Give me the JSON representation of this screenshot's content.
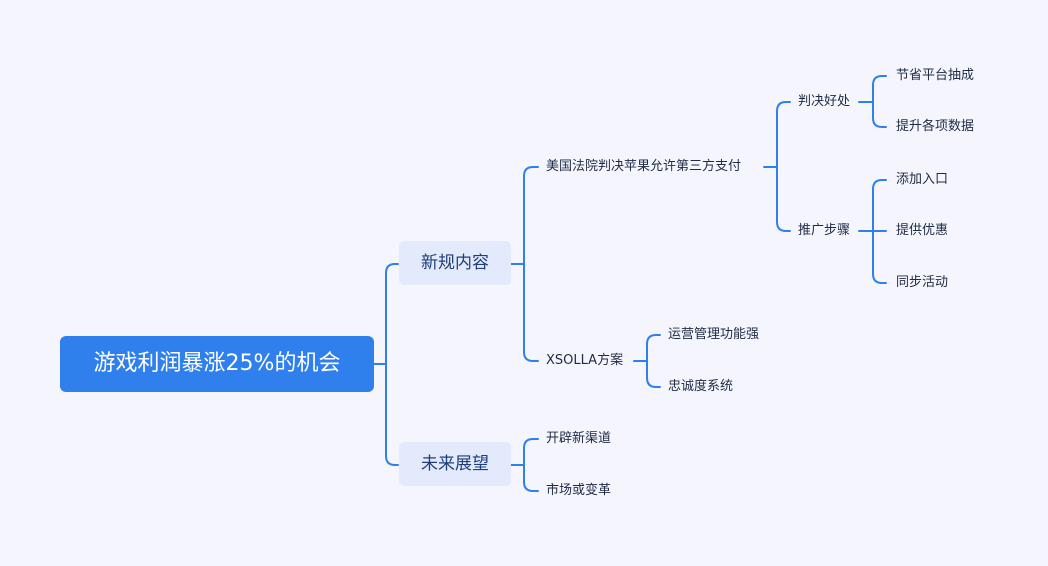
{
  "mindmap": {
    "root": "游戏利润暴涨25%的机会",
    "branches": [
      {
        "label": "新规内容",
        "children": [
          {
            "label": "美国法院判决苹果允许第三方支付",
            "children": [
              {
                "label": "判决好处",
                "children": [
                  "节省平台抽成",
                  "提升各项数据"
                ]
              },
              {
                "label": "推广步骤",
                "children": [
                  "添加入口",
                  "提供优惠",
                  "同步活动"
                ]
              }
            ]
          },
          {
            "label": "XSOLLA方案",
            "children": [
              "运营管理功能强",
              "忠诚度系统"
            ]
          }
        ]
      },
      {
        "label": "未来展望",
        "children": [
          "开辟新渠道",
          "市场或变革"
        ]
      }
    ]
  },
  "colors": {
    "background": "#f5f6fd",
    "root_fill": "#2f80ed",
    "branch_fill": "#e2eafb",
    "connector": "#2f80ed"
  }
}
